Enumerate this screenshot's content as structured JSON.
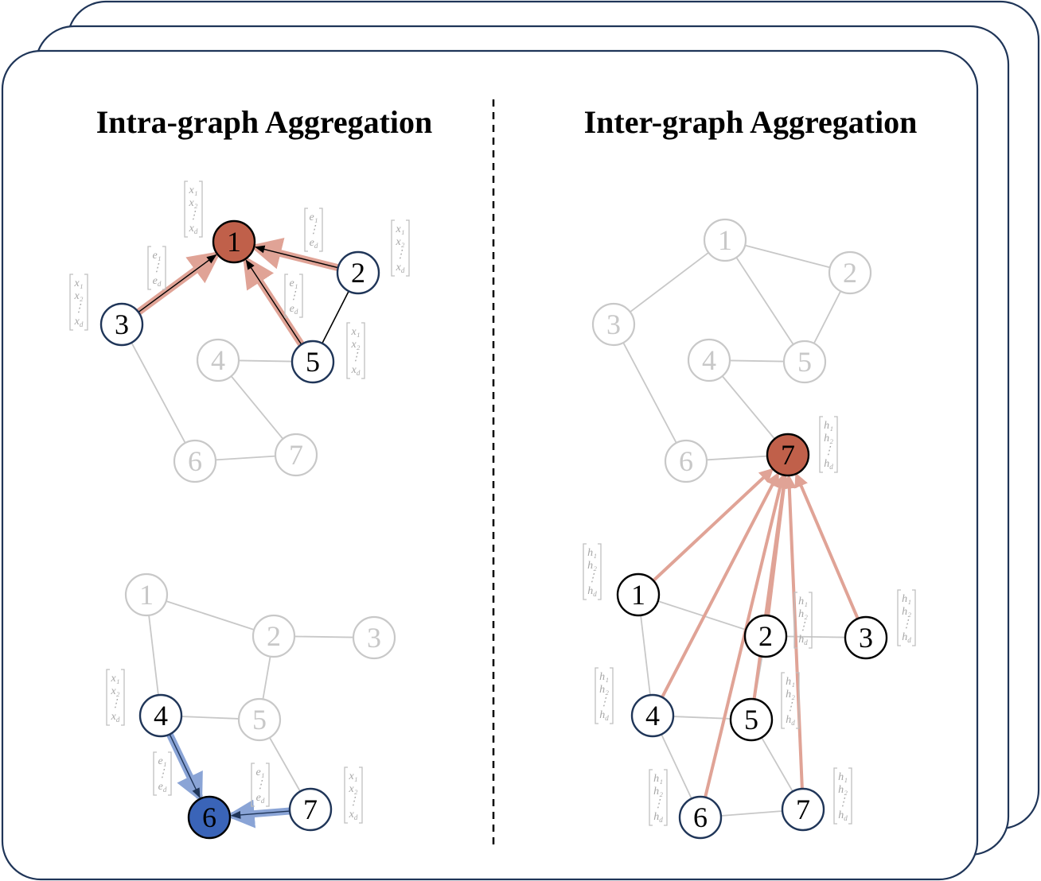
{
  "titles": {
    "intra": "Intra-graph Aggregation",
    "inter": "Inter-graph Aggregation"
  },
  "colors": {
    "frame": "#1f3558",
    "faded_edge": "#c8c8c8",
    "faded_node": "#c8c8c8",
    "active_edge": "#000000",
    "active_node_stroke": "#1f3558",
    "red_fill": "#c0604a",
    "red_arrow": "#e0a396",
    "blue_fill": "#3a64b8",
    "blue_arrow": "#8aa4d6",
    "vector_text": "#a6a6a6"
  },
  "vectors": {
    "x": [
      "x₁",
      "x₂",
      "⋮",
      "x_d"
    ],
    "e": [
      "e₁",
      "⋮",
      "e_d"
    ],
    "h": [
      "h₁",
      "h₂",
      "⋮",
      "h_d"
    ]
  },
  "graphs": {
    "intra_top": {
      "nodes": [
        {
          "id": "1",
          "state": "red"
        },
        {
          "id": "2",
          "state": "active"
        },
        {
          "id": "3",
          "state": "active"
        },
        {
          "id": "4",
          "state": "faded"
        },
        {
          "id": "5",
          "state": "active"
        },
        {
          "id": "6",
          "state": "faded"
        },
        {
          "id": "7",
          "state": "faded"
        }
      ],
      "edges": [
        {
          "from": "3",
          "to": "1",
          "kind": "agg-red"
        },
        {
          "from": "2",
          "to": "1",
          "kind": "agg-red"
        },
        {
          "from": "5",
          "to": "1",
          "kind": "agg-red"
        },
        {
          "from": "2",
          "to": "5",
          "kind": "active"
        },
        {
          "from": "4",
          "to": "5",
          "kind": "faded"
        },
        {
          "from": "3",
          "to": "6",
          "kind": "faded"
        },
        {
          "from": "4",
          "to": "7",
          "kind": "faded"
        },
        {
          "from": "6",
          "to": "7",
          "kind": "faded"
        }
      ]
    },
    "intra_bottom": {
      "nodes": [
        {
          "id": "1",
          "state": "faded"
        },
        {
          "id": "2",
          "state": "faded"
        },
        {
          "id": "3",
          "state": "faded"
        },
        {
          "id": "4",
          "state": "active"
        },
        {
          "id": "5",
          "state": "faded"
        },
        {
          "id": "6",
          "state": "blue"
        },
        {
          "id": "7",
          "state": "active"
        }
      ],
      "edges": [
        {
          "from": "1",
          "to": "2",
          "kind": "faded"
        },
        {
          "from": "2",
          "to": "3",
          "kind": "faded"
        },
        {
          "from": "1",
          "to": "4",
          "kind": "faded"
        },
        {
          "from": "2",
          "to": "5",
          "kind": "faded"
        },
        {
          "from": "4",
          "to": "5",
          "kind": "faded"
        },
        {
          "from": "5",
          "to": "7",
          "kind": "faded"
        },
        {
          "from": "4",
          "to": "6",
          "kind": "agg-blue"
        },
        {
          "from": "7",
          "to": "6",
          "kind": "agg-blue"
        }
      ]
    },
    "inter_top": {
      "nodes": [
        {
          "id": "1",
          "state": "faded"
        },
        {
          "id": "2",
          "state": "faded"
        },
        {
          "id": "3",
          "state": "faded"
        },
        {
          "id": "4",
          "state": "faded"
        },
        {
          "id": "5",
          "state": "faded"
        },
        {
          "id": "6",
          "state": "faded"
        },
        {
          "id": "7",
          "state": "red"
        }
      ],
      "edges": [
        {
          "from": "1",
          "to": "3",
          "kind": "faded"
        },
        {
          "from": "1",
          "to": "2",
          "kind": "faded"
        },
        {
          "from": "1",
          "to": "5",
          "kind": "faded"
        },
        {
          "from": "2",
          "to": "5",
          "kind": "faded"
        },
        {
          "from": "4",
          "to": "5",
          "kind": "faded"
        },
        {
          "from": "3",
          "to": "6",
          "kind": "faded"
        },
        {
          "from": "4",
          "to": "7",
          "kind": "faded"
        },
        {
          "from": "6",
          "to": "7",
          "kind": "faded"
        }
      ]
    },
    "inter_bottom": {
      "nodes": [
        {
          "id": "1",
          "state": "plain"
        },
        {
          "id": "2",
          "state": "plain"
        },
        {
          "id": "3",
          "state": "plain"
        },
        {
          "id": "4",
          "state": "active"
        },
        {
          "id": "5",
          "state": "plain"
        },
        {
          "id": "6",
          "state": "active"
        },
        {
          "id": "7",
          "state": "active"
        }
      ],
      "edges": [
        {
          "from": "1",
          "to": "2",
          "kind": "faded"
        },
        {
          "from": "2",
          "to": "3",
          "kind": "faded"
        },
        {
          "from": "1",
          "to": "4",
          "kind": "faded"
        },
        {
          "from": "2",
          "to": "5",
          "kind": "faded"
        },
        {
          "from": "4",
          "to": "5",
          "kind": "faded"
        },
        {
          "from": "5",
          "to": "7",
          "kind": "faded"
        },
        {
          "from": "4",
          "to": "6",
          "kind": "faded"
        },
        {
          "from": "6",
          "to": "7",
          "kind": "faded"
        }
      ]
    }
  }
}
